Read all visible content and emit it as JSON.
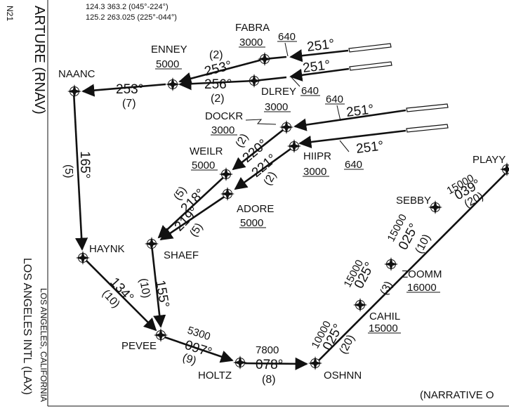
{
  "frequencies": [
    "124.3  363.2 (045°-224°)",
    "125.2  263.025 (225°-044°)"
  ],
  "side": {
    "title_fragment": "ARTURE (RNAV)",
    "chart_id_fragment": "N21",
    "city": "LOS ANGELES, CALIFORNIA",
    "airport": "LOS ANGELES INTL (LAX)"
  },
  "waypoints": {
    "fabra": {
      "name": "FABRA",
      "alt": "3000"
    },
    "enney": {
      "name": "ENNEY",
      "alt": "5000"
    },
    "naanc": {
      "name": "NAANC"
    },
    "dlrey": {
      "name": "DLREY",
      "alt": "3000"
    },
    "dockr": {
      "name": "DOCKR",
      "alt": "3000"
    },
    "weilr": {
      "name": "WEILR",
      "alt": "5000"
    },
    "hiipr": {
      "name": "HIIPR",
      "alt": "3000"
    },
    "adore": {
      "name": "ADORE",
      "alt": "5000"
    },
    "shaef": {
      "name": "SHAEF"
    },
    "haynk": {
      "name": "HAYNK"
    },
    "pevee": {
      "name": "PEVEE"
    },
    "holtz": {
      "name": "HOLTZ"
    },
    "oshnn": {
      "name": "OSHNN"
    },
    "cahil": {
      "name": "CAHIL",
      "alt": "15000"
    },
    "zoomm": {
      "name": "ZOOMM",
      "alt": "16000"
    },
    "sebby": {
      "name": "SEBBY"
    },
    "playy": {
      "name": "PLAYY"
    }
  },
  "runway_alts": {
    "fabra": "640",
    "dlrey": "640",
    "dockr": "640",
    "hiipr": "640"
  },
  "courses": {
    "rwy_fabra": "251°",
    "rwy_dlrey": "251°",
    "rwy_dockr": "251°",
    "rwy_hiipr": "251°",
    "fabra_enney": "253°",
    "dlrey_enney": "256°",
    "enney_naanc": "253°",
    "dockr_weilr": "220°",
    "hiipr_adore": "221°",
    "weilr_shaef": "218°",
    "adore_shaef": "219°",
    "naanc_haynk": "165°",
    "haynk_pevee": "134°",
    "shaef_pevee": "155°",
    "pevee_holtz": "097°",
    "holtz_oshnn": "078°",
    "oshnn_cahil": "025°",
    "cahil_zoomm": "025°",
    "zoomm_sebby": "025°",
    "sebby_playy": "039°"
  },
  "distances": {
    "fabra_enney": "(2)",
    "dlrey_enney": "(2)",
    "enney_naanc": "(7)",
    "dockr_weilr": "(2)",
    "hiipr_adore": "(2)",
    "weilr_shaef": "(5)",
    "adore_shaef": "(5)",
    "naanc_haynk": "(5)",
    "haynk_pevee": "(10)",
    "shaef_pevee": "(10)",
    "pevee_holtz": "(9)",
    "holtz_oshnn": "(8)",
    "oshnn_cahil": "(20)",
    "cahil_zoomm": "(3)",
    "zoomm_sebby": "(10)",
    "sebby_playy": "(20)"
  },
  "altitudes": {
    "pevee_holtz": "5300",
    "holtz_oshnn": "7800",
    "oshnn_cahil": "10000",
    "cahil_zoomm": "15000",
    "zoomm_sebby": "15000",
    "sebby_playy": "15000"
  },
  "narrative": "(NARRATIVE O"
}
